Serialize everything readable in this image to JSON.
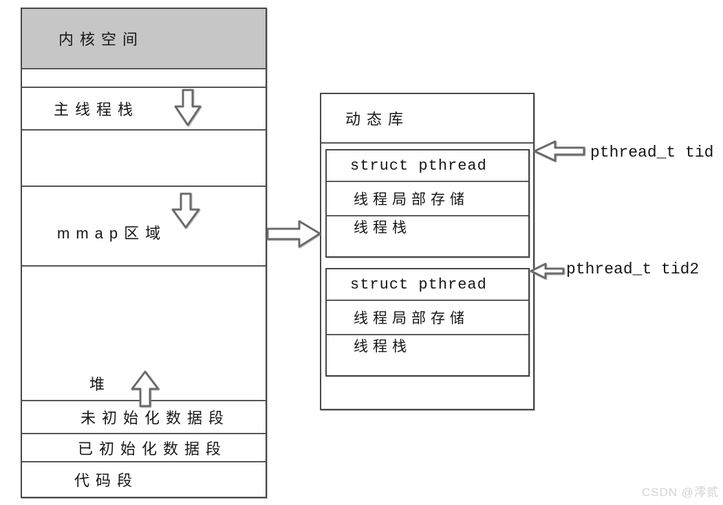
{
  "memory_map": {
    "kernel_label": "内核空间",
    "main_stack_label": "主线程栈",
    "mmap_label": "mmap区域",
    "heap_label": "堆",
    "uninit_data_label": "未初始化数据段",
    "init_data_label": "已初始化数据段",
    "code_label": "代码段"
  },
  "library": {
    "title": "动态库",
    "blocks": [
      {
        "struct_label": "struct pthread",
        "tls_label": "线程局部存储",
        "stack_label": "线程栈"
      },
      {
        "struct_label": "struct pthread",
        "tls_label": "线程局部存储",
        "stack_label": "线程栈"
      }
    ]
  },
  "annotations": {
    "tid_label": "pthread_t tid",
    "tid2_label": "pthread_t tid2"
  },
  "watermark": {
    "text": "CSDN @澪贰"
  },
  "icons": [
    "main-stack-down-arrow-icon",
    "mmap-down-arrow-icon",
    "heap-up-arrow-icon",
    "map-to-library-arrow-icon",
    "tid-pointer-arrow-icon",
    "tid2-pointer-arrow-icon"
  ],
  "colors": {
    "kernel_header_fill": "#c6c6c6",
    "border_stroke": "#474747",
    "watermark_gray": "#d3d3d3",
    "background": "#ffffff"
  }
}
